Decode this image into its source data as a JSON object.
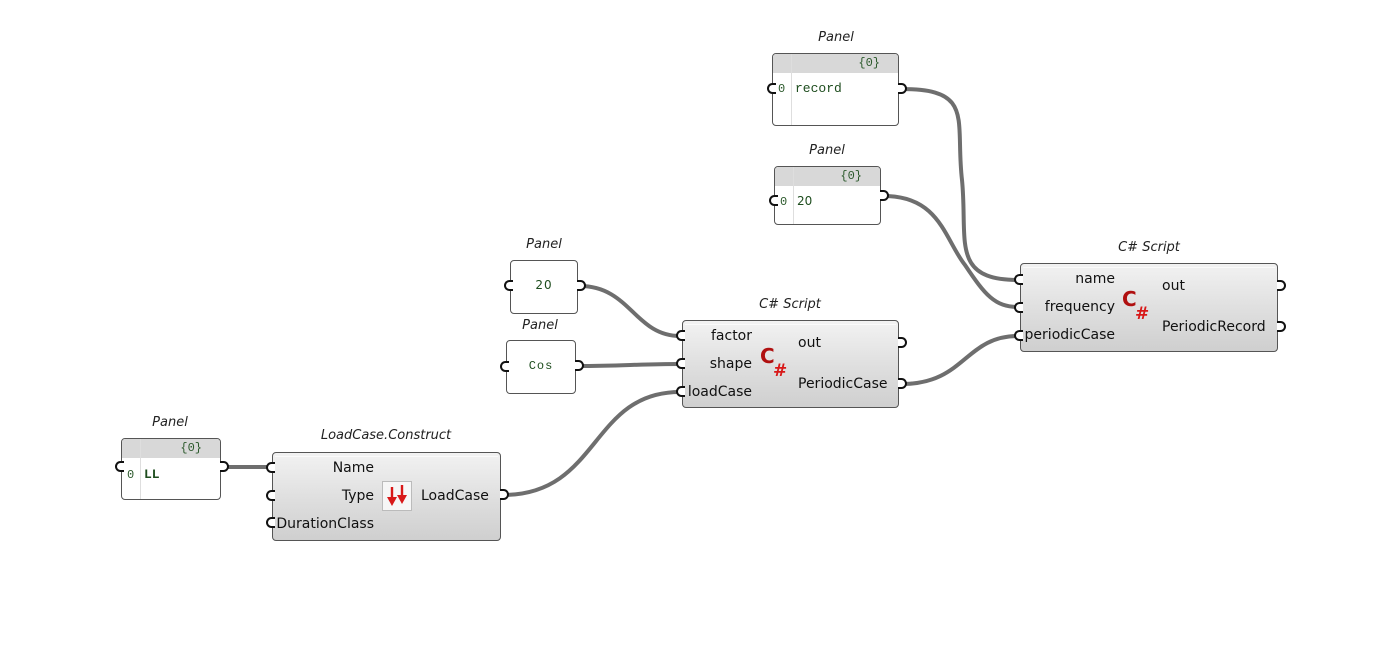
{
  "canvas": {
    "background": "#ffffff",
    "wire_color": "#6e6e6e"
  },
  "panels": [
    {
      "id": "panel-record",
      "title": "Panel",
      "path": "{0}",
      "index": "0",
      "value": "record"
    },
    {
      "id": "panel-frequency",
      "title": "Panel",
      "path": "{0}",
      "index": "0",
      "value": "20"
    },
    {
      "id": "panel-factor",
      "title": "Panel",
      "value": "20"
    },
    {
      "id": "panel-shape",
      "title": "Panel",
      "value": "Cos"
    },
    {
      "id": "panel-name",
      "title": "Panel",
      "path": "{0}",
      "index": "0",
      "value": "LL"
    }
  ],
  "components": {
    "loadcase_construct": {
      "title": "LoadCase.Construct",
      "inputs": [
        "Name",
        "Type",
        "DurationClass"
      ],
      "outputs": [
        "LoadCase"
      ],
      "icon": "loadcase-type-arrows-icon",
      "icon_color": "#d81818"
    },
    "csharp_periodic_case": {
      "title": "C# Script",
      "inputs": [
        "factor",
        "shape",
        "loadCase"
      ],
      "outputs": [
        "out",
        "PeriodicCase"
      ],
      "icon": "csharp-icon",
      "icon_color": "#b01010"
    },
    "csharp_periodic_record": {
      "title": "C# Script",
      "inputs": [
        "name",
        "frequency",
        "periodicCase"
      ],
      "outputs": [
        "out",
        "PeriodicRecord"
      ],
      "icon": "csharp-icon",
      "icon_color": "#b01010"
    }
  },
  "wires": [
    {
      "from": "panel-record",
      "to": "csharp_periodic_record.name"
    },
    {
      "from": "panel-frequency",
      "to": "csharp_periodic_record.frequency"
    },
    {
      "from": "csharp_periodic_case.PeriodicCase",
      "to": "csharp_periodic_record.periodicCase"
    },
    {
      "from": "panel-factor",
      "to": "csharp_periodic_case.factor"
    },
    {
      "from": "panel-shape",
      "to": "csharp_periodic_case.shape"
    },
    {
      "from": "loadcase_construct.LoadCase",
      "to": "csharp_periodic_case.loadCase"
    },
    {
      "from": "panel-name",
      "to": "loadcase_construct.Name"
    }
  ]
}
